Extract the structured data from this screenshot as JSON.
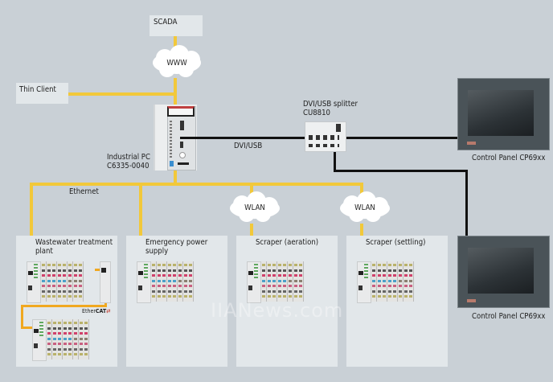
{
  "diagram": {
    "nodes": {
      "scada": "SCADA",
      "www": "WWW",
      "thin_client": "Thin Client",
      "industrial_pc_line1": "Industrial PC",
      "industrial_pc_line2": "C6335-0040",
      "dvi_usb_link": "DVI/USB",
      "splitter_line1": "DVI/USB splitter",
      "splitter_line2": "CU8810",
      "control_panel_1": "Control Panel CP69xx",
      "control_panel_2": "Control Panel CP69xx",
      "ethernet": "Ethernet",
      "wlan_1": "WLAN",
      "wlan_2": "WLAN",
      "ethercat_logo_prefix": "Ether",
      "ethercat_logo_suffix": "CAT"
    },
    "stations": [
      {
        "line1": "Wastewater treatment",
        "line2": "plant"
      },
      {
        "line1": "Emergency power",
        "line2": "supply"
      },
      {
        "line1": "Scraper (aeration)",
        "line2": ""
      },
      {
        "line1": "Scraper (settling)",
        "line2": ""
      }
    ],
    "colors": {
      "ethernet_cable": "#f2c83a",
      "ethercat_cable": "#f0a820",
      "dvi_cable": "#111111",
      "background": "#c9d0d6",
      "station_box": "#e2e7ea"
    },
    "watermark": "IIANews.com"
  }
}
